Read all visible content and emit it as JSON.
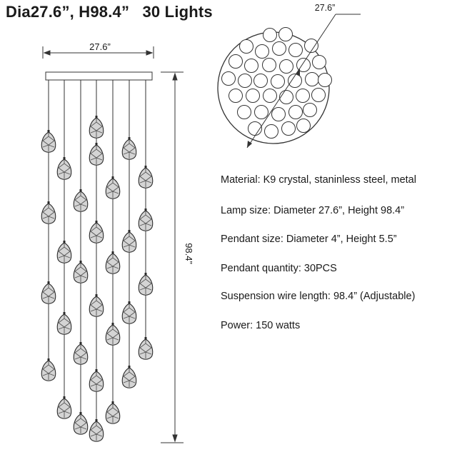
{
  "title": {
    "diameter": "Dia27.6”,",
    "height": "H98.4”",
    "lights": "30 Lights"
  },
  "dimensions": {
    "canopy_width": "27.6”",
    "total_height": "98.4”",
    "top_view_diameter": "27.6”"
  },
  "specs": [
    {
      "label": "Material:",
      "value": "K9 crystal, staninless steel, metal"
    },
    {
      "label": "Lamp size:",
      "value": "Diameter 27.6”, Height 98.4”"
    },
    {
      "label": "Pendant size:",
      "value": "Diameter 4”, Height 5.5”"
    },
    {
      "label": "Pendant quantity:",
      "value": "30PCS"
    },
    {
      "label": "Suspension wire length:",
      "value": "98.4” (Adjustable)"
    },
    {
      "label": "Power:",
      "value": "150 watts"
    }
  ],
  "colors": {
    "line": "#333333",
    "crystal_fill": "#d4d4d4",
    "crystal_stroke": "#2a2a2a"
  }
}
